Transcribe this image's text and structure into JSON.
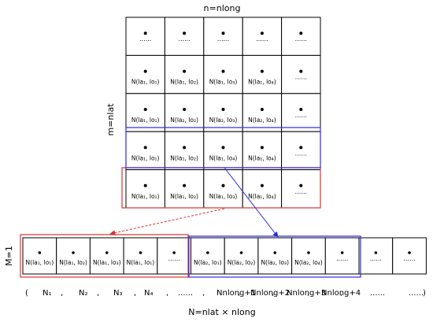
{
  "top_axis_label": "n=nlong",
  "side_axis_label": "m=nlat",
  "row_axis_label": "M=1",
  "bottom_axis_label": "N=nlat × nlong",
  "ellipsis": "......",
  "grid": {
    "rows": 5,
    "cols": 5,
    "cells": [
      [
        "......",
        "......",
        "......",
        "......",
        "......"
      ],
      [
        "N(la₁, lo₁)",
        "N(la₁, lo₂)",
        "N(la₁, lo₃)",
        "N(la₁, lo₄)",
        "......"
      ],
      [
        "N(la₁, lo₁)",
        "N(la₂, lo₂)",
        "N(la₂, lo₃)",
        "N(la₂, lo₄)",
        "......"
      ],
      [
        "N(la₁, lo₁)",
        "N(la₁, lo₂)",
        "N(la₁, lo₄)",
        "N(la₁, lo₄)",
        "......"
      ],
      [
        "N(la₁, lo₁)",
        "N(la₁, lo₂)",
        "N(la₁, lo₃)",
        "N(la₁, lo₄)",
        "......"
      ]
    ]
  },
  "strip": {
    "cells": [
      "N(la₁, lo₁)",
      "N(la₁, lo₂)",
      "N(la₁, lo₃)",
      "N(la₁, lo₁)",
      "......",
      "N(la₂, lo₁)",
      "N(la₂, lo₂)",
      "N(la₂, lo₃)",
      "N(la₂, lo₄)",
      "......",
      "......",
      "......"
    ]
  },
  "sequence": [
    "(",
    "N₁",
    ",",
    "N₂",
    ",",
    "N₃",
    ",",
    "N₄",
    ",",
    "......",
    ",",
    "Nnlong+1",
    ",",
    "Nnlong+2",
    ",",
    "Nnlong+3",
    ",",
    "Nnlong+4",
    ",",
    "......",
    "......",
    ")"
  ],
  "colors": {
    "red": "#e03030",
    "blue": "#2a2ae0",
    "line": "#000000"
  }
}
